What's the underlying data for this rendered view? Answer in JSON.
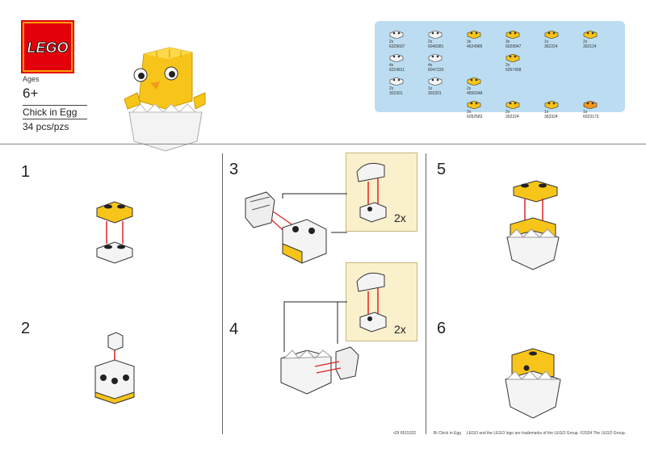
{
  "brand": {
    "name": "LEGO",
    "logo_color": "#e3000b"
  },
  "set": {
    "ages_label": "Ages",
    "ages_value": "6+",
    "name": "Chick in Egg",
    "pieces": "34 pcs/pzs"
  },
  "inventory": {
    "background": "#bcdcf1",
    "parts": [
      {
        "qty": "2x",
        "id": "6329607",
        "icon": "white-round-stud-icon"
      },
      {
        "qty": "2x",
        "id": "6046381",
        "icon": "white-plate-icon"
      },
      {
        "qty": "3x",
        "id": "4624985",
        "icon": "yellow-plate-icon"
      },
      {
        "qty": "3x",
        "id": "6029947",
        "icon": "yellow-tile-icon"
      },
      {
        "qty": "1x",
        "id": "362224",
        "icon": "yellow-brick-icon"
      },
      {
        "qty": "2x",
        "id": "302124",
        "icon": "yellow-plate-2x4-icon"
      },
      {
        "qty": "4x",
        "id": "6224811",
        "icon": "white-tooth-icon"
      },
      {
        "qty": "4x",
        "id": "6047220",
        "icon": "white-curved-slope-icon"
      },
      {
        "qty": "",
        "id": "",
        "icon": ""
      },
      {
        "qty": "2x",
        "id": "6057458",
        "icon": "yellow-slope-icon"
      },
      {
        "qty": "",
        "id": "",
        "icon": ""
      },
      {
        "qty": "",
        "id": "",
        "icon": ""
      },
      {
        "qty": "2x",
        "id": "302301",
        "icon": "white-bracket-icon"
      },
      {
        "qty": "1x",
        "id": "302201",
        "icon": "white-plate-1x2-icon"
      },
      {
        "qty": "2x",
        "id": "4550348",
        "icon": "yellow-wedge-icon"
      },
      {
        "qty": "",
        "id": "",
        "icon": ""
      },
      {
        "qty": "",
        "id": "",
        "icon": ""
      },
      {
        "qty": "",
        "id": "",
        "icon": ""
      },
      {
        "qty": "",
        "id": "",
        "icon": ""
      },
      {
        "qty": "",
        "id": "",
        "icon": ""
      },
      {
        "qty": "2x",
        "id": "6092583",
        "icon": "yellow-plate-1x2-icon"
      },
      {
        "qty": "2x",
        "id": "302224",
        "icon": "yellow-plate-2x2-icon"
      },
      {
        "qty": "1x",
        "id": "363324",
        "icon": "yellow-plate-1x3-icon"
      },
      {
        "qty": "1x",
        "id": "6023173",
        "icon": "orange-beak-icon"
      }
    ]
  },
  "steps": [
    {
      "num": "1"
    },
    {
      "num": "2"
    },
    {
      "num": "3",
      "callout": "2x"
    },
    {
      "num": "4",
      "callout": "2x"
    },
    {
      "num": "5"
    },
    {
      "num": "6"
    }
  ],
  "footer": {
    "code": "•29 6515332",
    "set_name": "Bi Chick in Egg",
    "legal": "LEGO and the LEGO logo are trademarks of the LEGO Group. ©2024 The LEGO Group."
  }
}
